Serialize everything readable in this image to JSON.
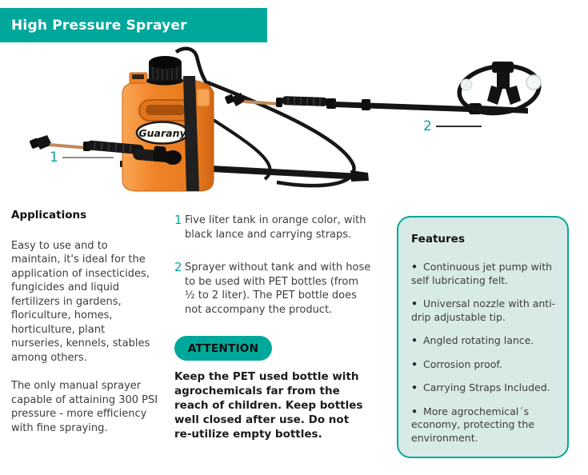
{
  "colors": {
    "teal": "#00a89b",
    "mint": "#d7eae5",
    "orange": "#ef8326",
    "text": "#3d3d3d"
  },
  "header": {
    "title": "High Pressure Sprayer"
  },
  "figure": {
    "brand_label": "Guarany",
    "callout_1": "1",
    "callout_2": "2"
  },
  "applications": {
    "heading": "Applications",
    "paragraphs": [
      "Easy to use and to maintain, it's ideal for the application of insecticides, fungicides and liquid fertilizers in gardens, floriculture, homes, horticulture, plant nurseries, kennels, stables among others.",
      "The only manual sprayer capable of attaining 300 PSI pressure - more efficiency with fine spraying."
    ]
  },
  "items": [
    {
      "number": "1",
      "text": "Five liter tank in orange color, with black lance and carrying straps."
    },
    {
      "number": "2",
      "text": "Sprayer without tank and with hose to be used with PET bottles (from ½ to 2 liter). The PET bottle does not accompany the product."
    }
  ],
  "attention": {
    "label": "ATTENTION",
    "text": "Keep the PET used bottle with agrochemicals far from the reach of children. Keep bottles well closed after use. Do not re-utilize empty bottles."
  },
  "features": {
    "heading": "Features",
    "bullet_char": "•",
    "bullets": [
      "Continuous jet pump with self lubricating felt.",
      "Universal nozzle with anti-drip adjustable tip.",
      "Angled rotating lance.",
      "Corrosion proof.",
      "Carrying Straps Included.",
      "More agrochemical´s economy, protecting the environment."
    ]
  }
}
